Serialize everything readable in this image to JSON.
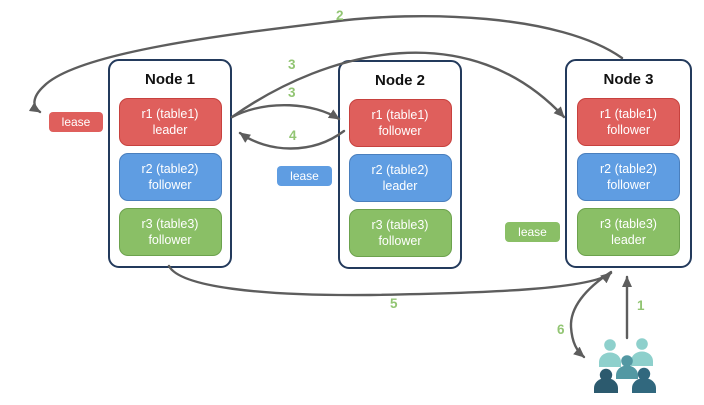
{
  "diagram": {
    "nodes": [
      {
        "name": "Node 1",
        "replicas": [
          {
            "id": "r1 (table1)",
            "role": "leader",
            "color": "red"
          },
          {
            "id": "r2 (table2)",
            "role": "follower",
            "color": "blue"
          },
          {
            "id": "r3 (table3)",
            "role": "follower",
            "color": "green"
          }
        ]
      },
      {
        "name": "Node 2",
        "replicas": [
          {
            "id": "r1 (table1)",
            "role": "follower",
            "color": "red"
          },
          {
            "id": "r2 (table2)",
            "role": "leader",
            "color": "blue"
          },
          {
            "id": "r3 (table3)",
            "role": "follower",
            "color": "green"
          }
        ]
      },
      {
        "name": "Node 3",
        "replicas": [
          {
            "id": "r1 (table1)",
            "role": "follower",
            "color": "red"
          },
          {
            "id": "r2 (table2)",
            "role": "follower",
            "color": "blue"
          },
          {
            "id": "r3 (table3)",
            "role": "leader",
            "color": "green"
          }
        ]
      }
    ],
    "leases": [
      {
        "label": "lease",
        "color": "red"
      },
      {
        "label": "lease",
        "color": "blue"
      },
      {
        "label": "lease",
        "color": "green"
      }
    ],
    "steps": {
      "s1": "1",
      "s2": "2",
      "s3a": "3",
      "s3b": "3",
      "s4": "4",
      "s5": "5",
      "s6": "6"
    },
    "arrows": [
      {
        "step": "1",
        "from": "clients",
        "to": "Node 3"
      },
      {
        "step": "2",
        "from": "Node 3",
        "to": "lease (red, near Node 1)"
      },
      {
        "step": "3",
        "from": "Node 1 r1 leader",
        "to": "Node 3 r1 follower"
      },
      {
        "step": "3",
        "from": "Node 1 r1 leader",
        "to": "Node 2 r1 follower"
      },
      {
        "step": "4",
        "from": "Node 2 r1 follower",
        "to": "Node 1 r1 leader"
      },
      {
        "step": "5",
        "from": "Node 1",
        "to": "Node 3"
      },
      {
        "step": "6",
        "from": "Node 3",
        "to": "clients"
      }
    ],
    "icons": {
      "clients": "users-group-icon"
    },
    "colors": {
      "red_fill": "#df5f5c",
      "red_border": "#c7413e",
      "blue_fill": "#5f9de2",
      "blue_border": "#4a7fbd",
      "green_fill": "#8abf66",
      "green_border": "#6ca24d",
      "node_border": "#233a5c",
      "arrow": "#5d5d5d",
      "step_label": "#92c573",
      "users_back": "#8ed0cc",
      "users_middle": "#5398a3",
      "users_front_left": "#2c5a6e",
      "users_front_right": "#31687e"
    }
  }
}
